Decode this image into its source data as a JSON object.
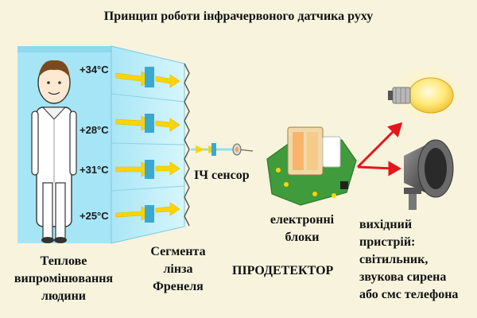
{
  "title": "Принцип роботи інфрачервоного датчика руху",
  "temperatures": [
    "+34°C",
    "+28°C",
    "+31°C",
    "+25°C"
  ],
  "labels": {
    "thermal_1": "Теплове",
    "thermal_2": "випромінювання",
    "thermal_3": "людини",
    "fresnel_1": "Сегмента",
    "fresnel_2": "лінза",
    "fresnel_3": "Френеля",
    "ir_sensor": "ІЧ сенсор",
    "electronics_1": "електронні",
    "electronics_2": "блоки",
    "pyro": "ПІРОДЕТЕКТОР",
    "output_1": "вихідний",
    "output_2": "пристрій:",
    "output_3": "світильник,",
    "output_4": "звукова сирена",
    "output_5": "або смс телефона"
  },
  "colors": {
    "background": "#f8f3dd",
    "panel": "#b7ecf8",
    "panel_dark": "#8fd9ee",
    "arrow_yellow": "#ffd400",
    "board_green": "#3f9b3c",
    "arrow_red": "#e8141b",
    "bulb": "#ffe97a"
  },
  "icons": [
    "person-figure",
    "fresnel-lens-icon",
    "ir-sensor-icon",
    "circuit-board-icon",
    "light-bulb-icon",
    "siren-speaker-icon"
  ]
}
